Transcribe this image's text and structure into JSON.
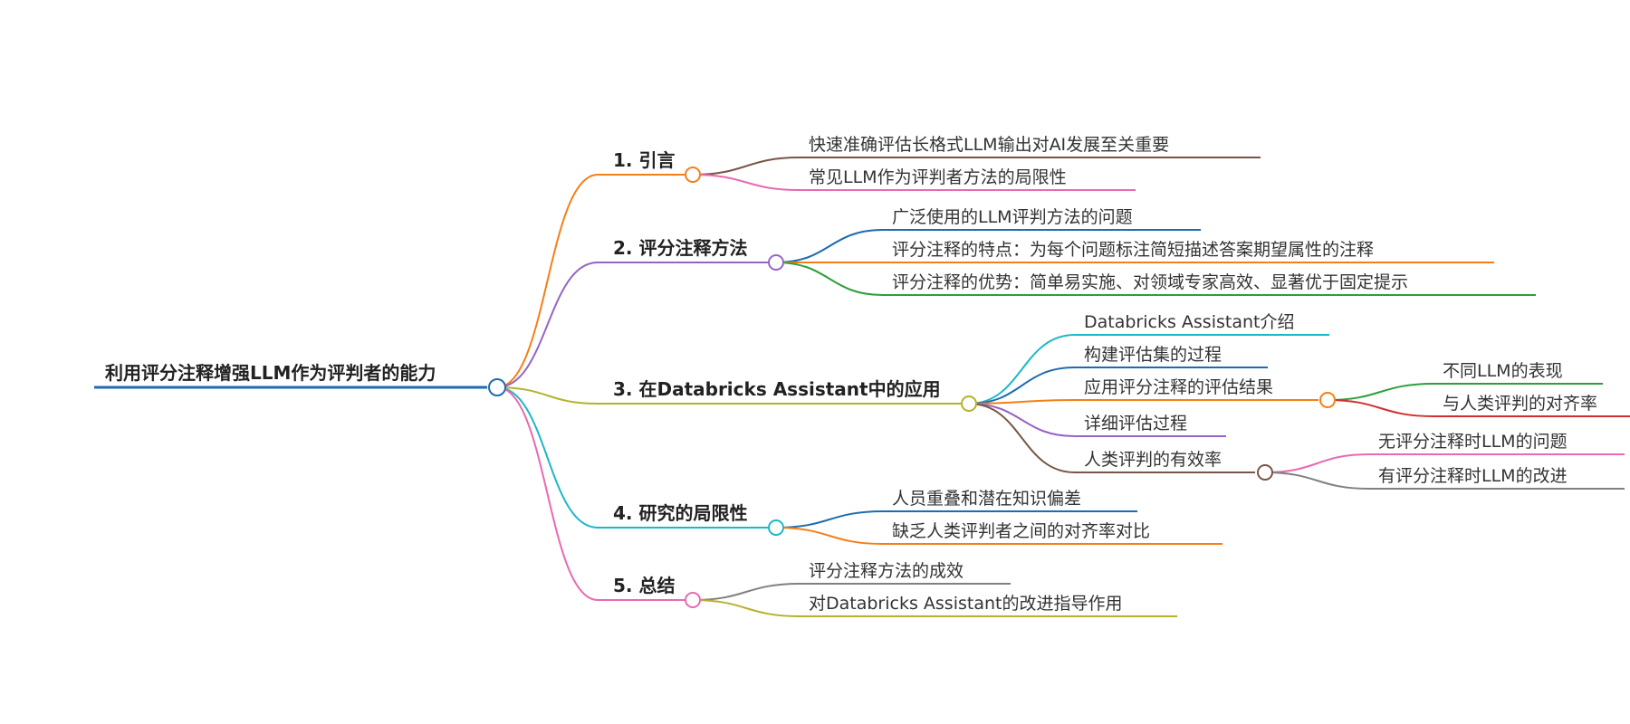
{
  "mindmap": {
    "root": "利用评分注释增强LLM作为评判者的能力",
    "branches": [
      {
        "label": "1. 引言",
        "color": "#f57f17",
        "children": [
          {
            "label": "快速准确评估长格式LLM输出对AI发展至关重要",
            "color": "#795548"
          },
          {
            "label": "常见LLM作为评判者方法的局限性",
            "color": "#e86ab0"
          }
        ]
      },
      {
        "label": "2. 评分注释方法",
        "color": "#9565c4",
        "children": [
          {
            "label": "广泛使用的LLM评判方法的问题",
            "color": "#1f6bb0"
          },
          {
            "label": "评分注释的特点：为每个问题标注简短描述答案期望属性的注释",
            "color": "#f57f17"
          },
          {
            "label": "评分注释的优势：简单易实施、对领域专家高效、显著优于固定提示",
            "color": "#2e9e3c"
          }
        ]
      },
      {
        "label": "3. 在Databricks Assistant中的应用",
        "color": "#b5b22a",
        "children": [
          {
            "label": "Databricks Assistant介绍",
            "color": "#1bb8c8"
          },
          {
            "label": "构建评估集的过程",
            "color": "#1f6bb0"
          },
          {
            "label": "应用评分注释的评估结果",
            "color": "#f57f17",
            "children": [
              {
                "label": "不同LLM的表现",
                "color": "#2e9e3c"
              },
              {
                "label": "与人类评判的对齐率",
                "color": "#d32f2f"
              }
            ]
          },
          {
            "label": "详细评估过程",
            "color": "#9565c4"
          },
          {
            "label": "人类评判的有效率",
            "color": "#795548",
            "children": [
              {
                "label": "无评分注释时LLM的问题",
                "color": "#e86ab0"
              },
              {
                "label": "有评分注释时LLM的改进",
                "color": "#808080"
              }
            ]
          }
        ]
      },
      {
        "label": "4. 研究的局限性",
        "color": "#1bb8c8",
        "children": [
          {
            "label": "人员重叠和潜在知识偏差",
            "color": "#1f6bb0"
          },
          {
            "label": "缺乏人类评判者之间的对齐率对比",
            "color": "#f57f17"
          }
        ]
      },
      {
        "label": "5. 总结",
        "color": "#e86ab0",
        "children": [
          {
            "label": "评分注释方法的成效",
            "color": "#808080"
          },
          {
            "label": "对Databricks Assistant的改进指导作用",
            "color": "#b5b22a"
          }
        ]
      }
    ]
  },
  "colors": {
    "root_line": "#1f6bb0",
    "root_node": "#1f6bb0",
    "background": "#ffffff"
  }
}
